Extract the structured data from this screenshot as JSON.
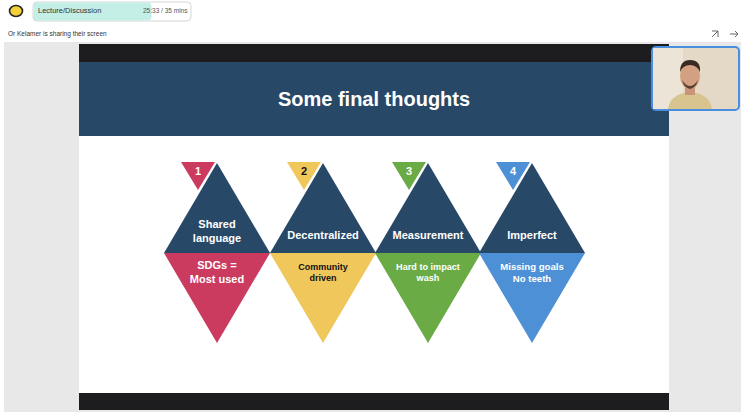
{
  "diagram": {
    "title": "Some final thoughts",
    "nodes": [
      {
        "text": [
          "1"
        ]
      },
      {
        "text": [
          "Shared language"
        ]
      },
      {
        "text": [
          "SDGs = Most used"
        ]
      },
      {
        "text": [
          "2"
        ]
      },
      {
        "text": [
          "Decentralized"
        ]
      },
      {
        "text": [
          "Community driven"
        ]
      },
      {
        "text": [
          "3"
        ]
      },
      {
        "text": [
          "Measurement"
        ]
      },
      {
        "text": [
          "Hard to impact wash"
        ]
      },
      {
        "text": [
          "4"
        ]
      },
      {
        "text": [
          "Imperfect"
        ]
      },
      {
        "text": [
          "Missing goals No teeth"
        ]
      }
    ],
    "labels": [
      "Lecture/Discussion",
      "25:33 / 35 mins",
      "Or Kelamer is sharing their screen"
    ]
  }
}
